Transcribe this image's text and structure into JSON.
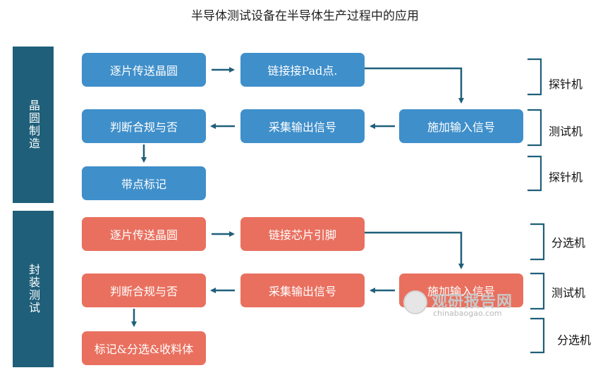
{
  "title": "半导体测试设备在半导体生产过程中的应用",
  "sections": {
    "wafer": "晶圆制造",
    "package": "封装测试"
  },
  "wafer_boxes": {
    "b1": "逐片传送晶圆",
    "b2": "链接接Pad点.",
    "b3": "施加输入信号",
    "b4": "采集输出信号",
    "b5": "判断合规与否",
    "b6": "带点标记"
  },
  "package_boxes": {
    "b1": "逐片传送晶圆",
    "b2": "链接芯片引脚",
    "b3": "施加输入信号",
    "b4": "采集输出信号",
    "b5": "判断合规与否",
    "b6": "标记&分选&收料体"
  },
  "equipment": {
    "e1": "探针机",
    "e2": "测试机",
    "e3": "探针机",
    "e4": "分选机",
    "e5": "测试机",
    "e6": "分选机"
  },
  "watermark": {
    "cn": "观研报告网",
    "en": "chinabaogao.com"
  },
  "colors": {
    "section_bg": "#1f5f7a",
    "wafer_box": "#3f8fca",
    "package_box": "#e9705f",
    "arrow": "#1f5f7a"
  }
}
